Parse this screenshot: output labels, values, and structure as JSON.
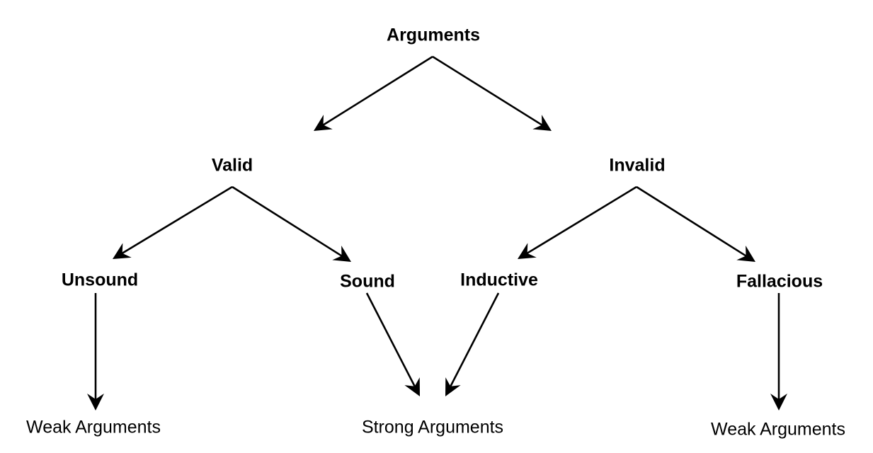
{
  "nodes": {
    "root": "Arguments",
    "valid": "Valid",
    "invalid": "Invalid",
    "unsound": "Unsound",
    "sound": "Sound",
    "inductive": "Inductive",
    "fallacious": "Fallacious",
    "weak_left": "Weak Arguments",
    "strong": "Strong Arguments",
    "weak_right": "Weak Arguments"
  },
  "edges": [
    {
      "from": "Arguments",
      "to": "Valid"
    },
    {
      "from": "Arguments",
      "to": "Invalid"
    },
    {
      "from": "Valid",
      "to": "Unsound"
    },
    {
      "from": "Valid",
      "to": "Sound"
    },
    {
      "from": "Invalid",
      "to": "Inductive"
    },
    {
      "from": "Invalid",
      "to": "Fallacious"
    },
    {
      "from": "Unsound",
      "to": "Weak Arguments"
    },
    {
      "from": "Sound",
      "to": "Strong Arguments"
    },
    {
      "from": "Inductive",
      "to": "Strong Arguments"
    },
    {
      "from": "Fallacious",
      "to": "Weak Arguments"
    }
  ],
  "colors": {
    "line": "#000000",
    "text": "#000000",
    "background": "#ffffff"
  }
}
